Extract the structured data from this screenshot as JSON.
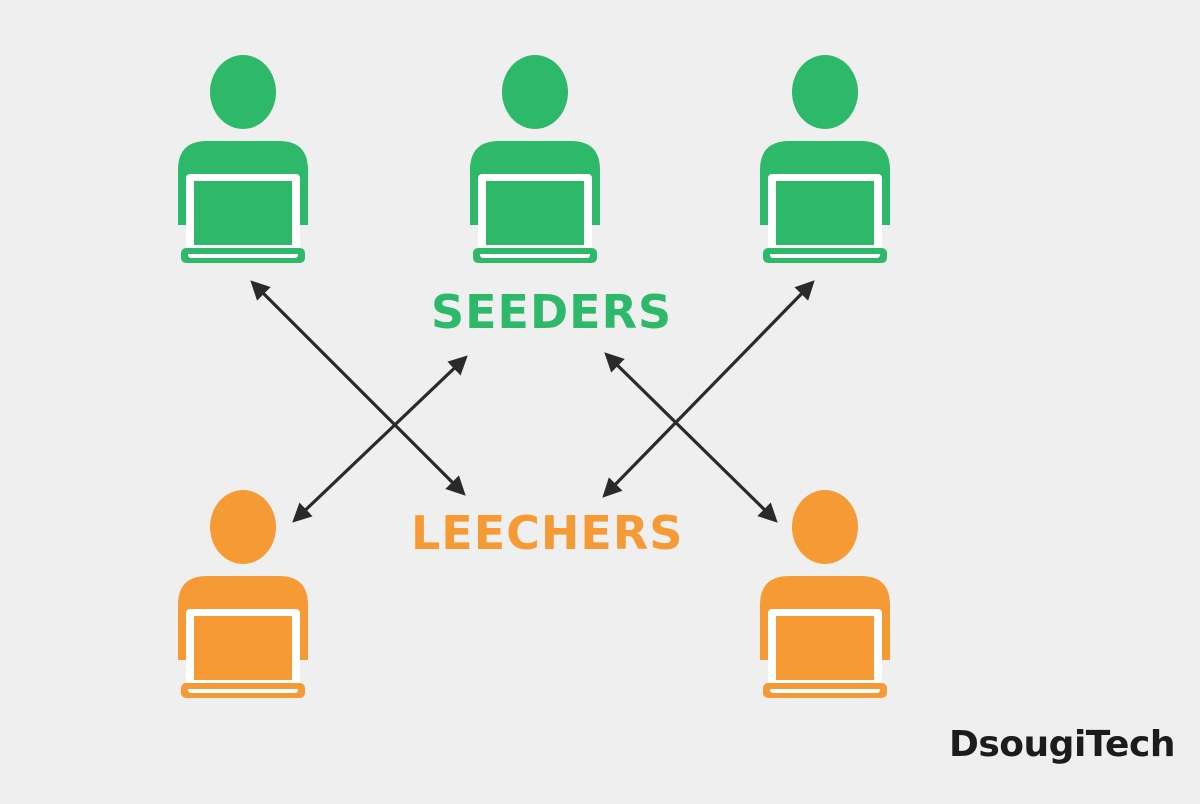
{
  "colors": {
    "seeder": "#2eb86a",
    "leecher": "#f59a35",
    "arrow": "#2a2a2a",
    "background": "#efefef",
    "screen_rim": "#ffffff"
  },
  "labels": {
    "seeders": "SEEDERS",
    "leechers": "LEECHERS"
  },
  "brand": "DsougiTech",
  "icons": {
    "person": "person-with-laptop-icon",
    "arrow": "double-headed-arrow"
  },
  "seeders": [
    {
      "id": "seeder-1"
    },
    {
      "id": "seeder-2"
    },
    {
      "id": "seeder-3"
    }
  ],
  "leechers": [
    {
      "id": "leecher-1"
    },
    {
      "id": "leecher-2"
    }
  ],
  "connections": [
    {
      "from": "seeder-1",
      "to": "leechers-group"
    },
    {
      "from": "seeders-group",
      "to": "leecher-1"
    },
    {
      "from": "seeders-group",
      "to": "leecher-2"
    },
    {
      "from": "seeder-3",
      "to": "leechers-group"
    }
  ]
}
